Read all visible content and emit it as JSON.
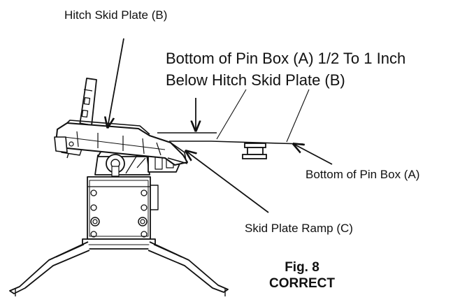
{
  "labels": {
    "hitch_skid_plate": "Hitch Skid Plate (B)",
    "spec_line1": "Bottom of Pin Box (A) 1/2 To 1 Inch",
    "spec_line2": "Below Hitch Skid Plate (B)",
    "bottom_pin_box": "Bottom of Pin Box (A)",
    "skid_plate_ramp": "Skid Plate Ramp (C)"
  },
  "caption": {
    "figure": "Fig. 8",
    "status": "CORRECT"
  }
}
